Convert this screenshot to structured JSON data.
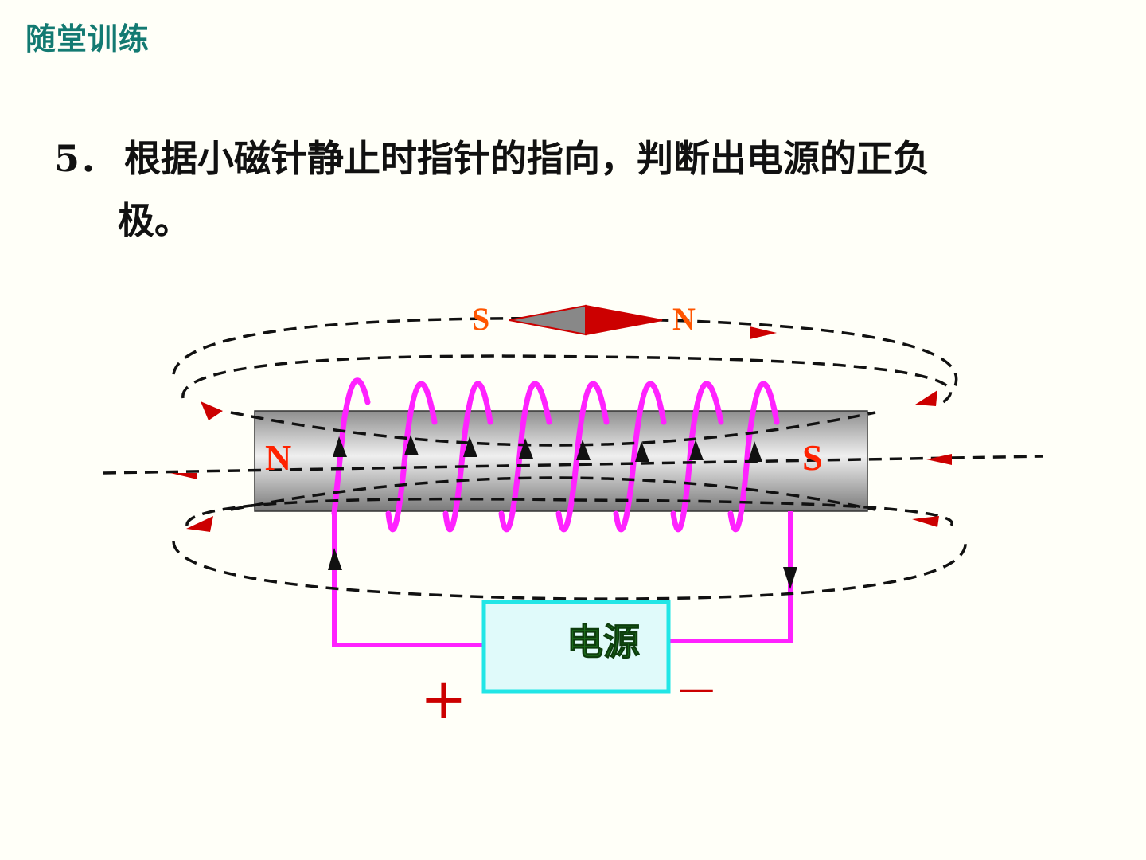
{
  "header": {
    "section_title": "随堂训练"
  },
  "question": {
    "number": "5．",
    "text_line1": "根据小磁针静止时指针的指向，判断出电源的正负",
    "text_line2": "极。"
  },
  "diagram": {
    "compass": {
      "left_label": "S",
      "right_label": "N"
    },
    "solenoid": {
      "left_pole": "N",
      "right_pole": "S"
    },
    "power_source_label": "电源",
    "plus_sign": "+",
    "minus_sign": "—",
    "colors": {
      "field_arrow": "#cc0000",
      "pole_label": "#ff2200",
      "coil": "#ff22ff",
      "power_box_border": "#22e6e6",
      "power_box_fill": "#e0fafa",
      "power_label": "#1a6b1a",
      "compass_north": "#cc0000",
      "compass_south": "#888888"
    }
  }
}
